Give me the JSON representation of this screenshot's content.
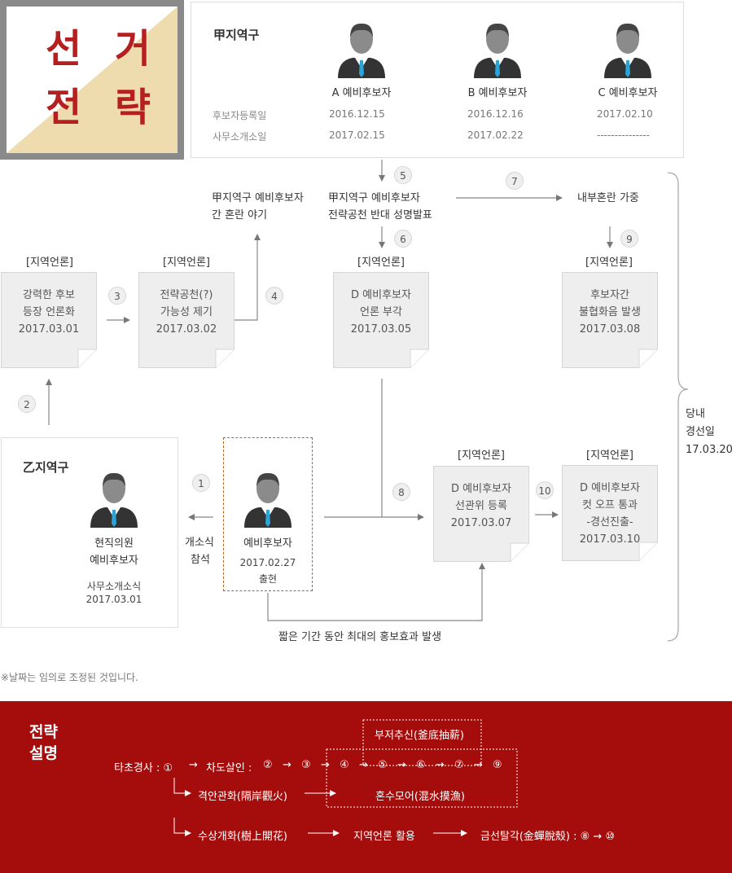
{
  "title": {
    "line1": "선 거",
    "line2": "전 략"
  },
  "districtA": {
    "name": "甲지역구",
    "row_labels": [
      "후보자등록일",
      "사무소개소일"
    ],
    "candidates": [
      {
        "name": "A 예비후보자",
        "reg": "2016.12.15",
        "office": "2017.02.15"
      },
      {
        "name": "B 예비후보자",
        "reg": "2016.12.16",
        "office": "2017.02.22"
      },
      {
        "name": "C 예비후보자",
        "reg": "2017.02.10",
        "office": "---------------"
      }
    ]
  },
  "docs": [
    {
      "label": "[지역언론]",
      "lines": [
        "강력한 후보",
        "등장 언론화",
        "2017.03.01"
      ]
    },
    {
      "label": "[지역언론]",
      "lines": [
        "전략공천(?)",
        "가능성 제기",
        "2017.03.02"
      ]
    },
    {
      "label": "[지역언론]",
      "lines": [
        "D 예비후보자",
        "언론 부각",
        "2017.03.05"
      ]
    },
    {
      "label": "[지역언론]",
      "lines": [
        "후보자간",
        "불협화음 발생",
        "2017.03.08"
      ]
    },
    {
      "label": "[지역언론]",
      "lines": [
        "D 예비후보자",
        "선관위 등록",
        "2017.03.07"
      ]
    },
    {
      "label": "[지역언론]",
      "lines": [
        "D 예비후보자",
        "컷 오프 통과",
        "-경선진출-",
        "2017.03.10"
      ]
    }
  ],
  "flow_text": {
    "confusion_story": [
      "甲지역구 예비후보자",
      "간 혼란 야기"
    ],
    "opposition": [
      "甲지역구 예비후보자",
      "전략공천 반대 성명발표"
    ],
    "internal": "내부혼란 가중",
    "primary": [
      "당내",
      "경선일",
      "17.03.20"
    ],
    "opening": [
      "개소식",
      "참석"
    ],
    "promo": "짧은 기간 동안 최대의 홍보효과 발생"
  },
  "numbers": [
    "1",
    "2",
    "3",
    "4",
    "5",
    "6",
    "7",
    "8",
    "9",
    "10"
  ],
  "districtB": {
    "name": "乙지역구",
    "incumbent": [
      "현직의원",
      "예비후보자"
    ],
    "office_label": "사무소개소식",
    "office_date": "2017.03.01"
  },
  "newcomer": {
    "name": "예비후보자",
    "date": "2017.02.27",
    "status": "출현"
  },
  "footnote": "※날짜는 임의로 조정된 것입니다.",
  "strategy": {
    "heading": [
      "전략",
      "설명"
    ],
    "box_top": "부저추신(釜底抽薪)",
    "row1_label": "타초경사 : ①",
    "row1_mid": "차도살인 :",
    "row1_seq": [
      "②",
      "③",
      "④",
      "⑤",
      "⑥",
      "⑦",
      "⑨"
    ],
    "arrow": "→",
    "row2_left": "격안관화(隔岸觀火)",
    "row2_right": "혼수모어(混水摸漁)",
    "row3_left": "수상개화(樹上開花)",
    "row3_mid": "지역언론 활용",
    "row3_right": "금선탈각(金蟬脫殼) : ⑧ → ⑩"
  },
  "colors": {
    "accent": "#b51f1f",
    "band": "#a50c0c",
    "dashed_box": "#b5651d"
  }
}
